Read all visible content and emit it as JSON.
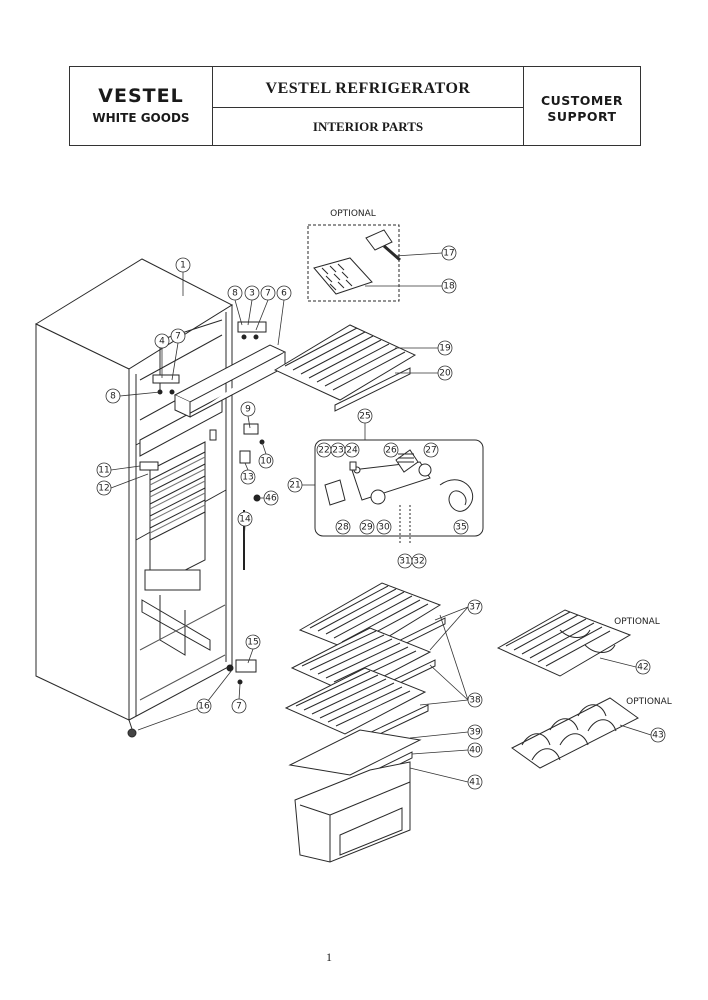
{
  "header": {
    "brand": "VESTEL",
    "brand_sub": "WHITE GOODS",
    "title": "VESTEL REFRIGERATOR",
    "subtitle": "INTERIOR PARTS",
    "support_line1": "CUSTOMER",
    "support_line2": "SUPPORT"
  },
  "labels": {
    "optional_top": "OPTIONAL",
    "optional_rack": "OPTIONAL",
    "optional_wine": "OPTIONAL"
  },
  "callouts": [
    "1",
    "3",
    "4",
    "6",
    "7",
    "8",
    "9",
    "10",
    "11",
    "12",
    "13",
    "14",
    "15",
    "16",
    "17",
    "18",
    "19",
    "20",
    "21",
    "22",
    "23",
    "24",
    "25",
    "26",
    "27",
    "28",
    "29",
    "30",
    "31",
    "32",
    "35",
    "37",
    "38",
    "39",
    "40",
    "41",
    "42",
    "43",
    "46"
  ],
  "page_number": "1"
}
